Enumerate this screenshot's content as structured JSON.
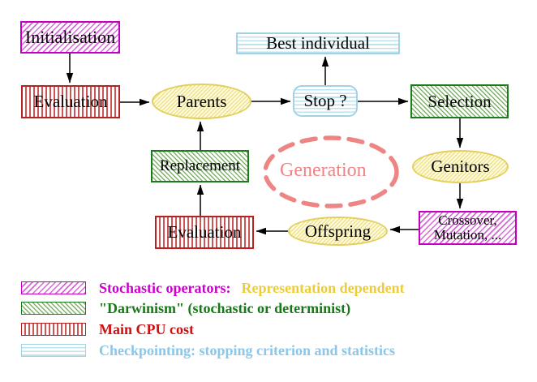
{
  "nodes": {
    "initialisation": "Initialisation",
    "evaluation_top": "Evaluation",
    "parents": "Parents",
    "best_individual": "Best individual",
    "stop": "Stop ?",
    "selection": "Selection",
    "genitors": "Genitors",
    "crossover_line1": "Crossover,",
    "crossover_line2": "Mutation, ...",
    "offspring": "Offspring",
    "evaluation_bottom": "Evaluation",
    "replacement": "Replacement",
    "generation": "Generation"
  },
  "legend": {
    "stochastic_label": "Stochastic operators:",
    "stochastic_note": "Representation dependent",
    "darwinism_label": "\"Darwinism\" (stochastic or determinist)",
    "cpu_label": "Main CPU cost",
    "checkpoint_label": "Checkpointing: stopping criterion and statistics"
  },
  "colors": {
    "magenta": "#cc00cc",
    "green": "#1f7a1f",
    "red": "#b52222",
    "cyan": "#a3d2e4",
    "yellow": "#e2cf5c",
    "gold_text": "#eecc33",
    "salmon": "#ee8585",
    "arrow": "#000000"
  }
}
